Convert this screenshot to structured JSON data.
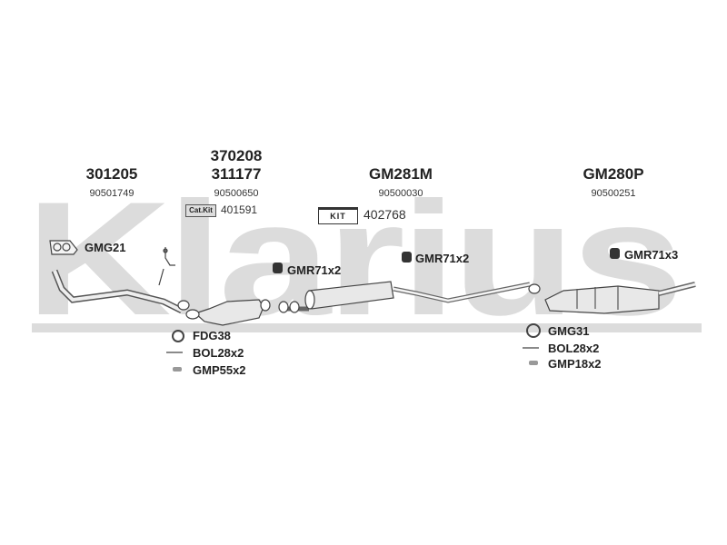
{
  "watermark": "Klarius",
  "groups": [
    {
      "part_numbers": [
        "301205"
      ],
      "oe": "90501749"
    },
    {
      "part_numbers": [
        "370208",
        "311177"
      ],
      "oe": "90500650",
      "catkit_label": "Cat.Kit",
      "catkit_number": "401591"
    },
    {
      "part_numbers": [
        "GM281M"
      ],
      "oe": "90500030",
      "kit_label": "KIT",
      "kit_number": "402768"
    },
    {
      "part_numbers": [
        "GM280P"
      ],
      "oe": "90500251"
    }
  ],
  "accessories": {
    "gmg21": "GMG21",
    "gmr_a": "GMR71x2",
    "gmr_b": "GMR71x2",
    "gmr_c": "GMR71x3",
    "fdg38": "FDG38",
    "bol_a": "BOL28x2",
    "gmp55": "GMP55x2",
    "gmg31": "GMG31",
    "bol_b": "BOL28x2",
    "gmp18": "GMP18x2"
  }
}
